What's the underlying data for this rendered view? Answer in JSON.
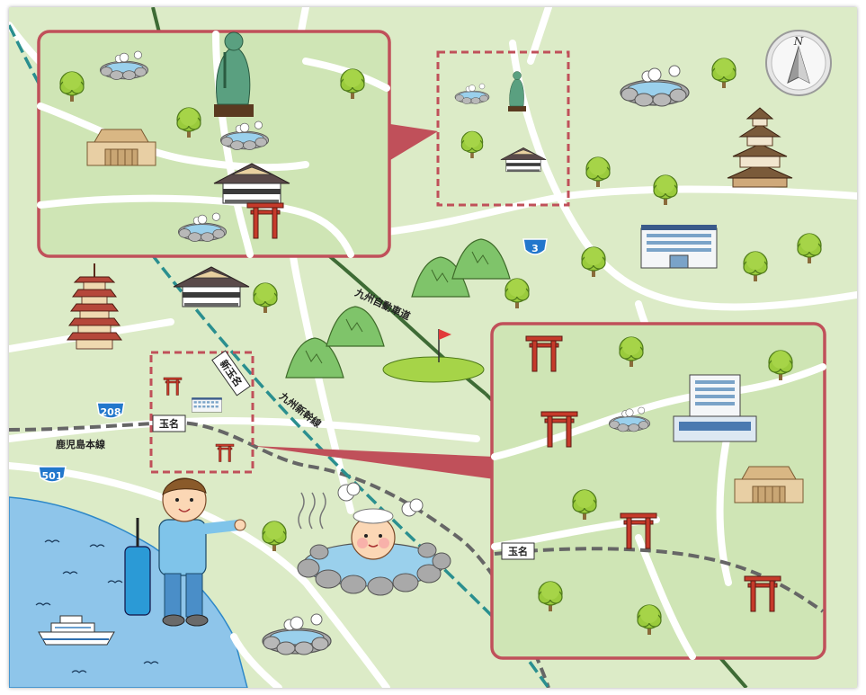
{
  "labels": {
    "shin_tamana": "新玉名",
    "tamana": "玉名",
    "tamana_inset": "玉名",
    "kyushu_shinkansen": "九州新幹線",
    "kagoshima_line": "鹿児島本線",
    "kyushu_expressway": "九州自動車道"
  },
  "routes": {
    "r208": "208",
    "r501": "501",
    "r3": "3"
  },
  "compass": {
    "letter": "N"
  },
  "colors": {
    "land": "#dcebc7",
    "land_dark": "#c8e0ad",
    "road": "#ffffff",
    "sea": "#8ec5ea",
    "inset_border": "#c0505a",
    "inset_bg": "#cfe5b5",
    "shinkansen": "#2a8f8f",
    "jr_line": "#666666",
    "expressway": "#3e6b35",
    "route_sign": "#2277cc"
  }
}
